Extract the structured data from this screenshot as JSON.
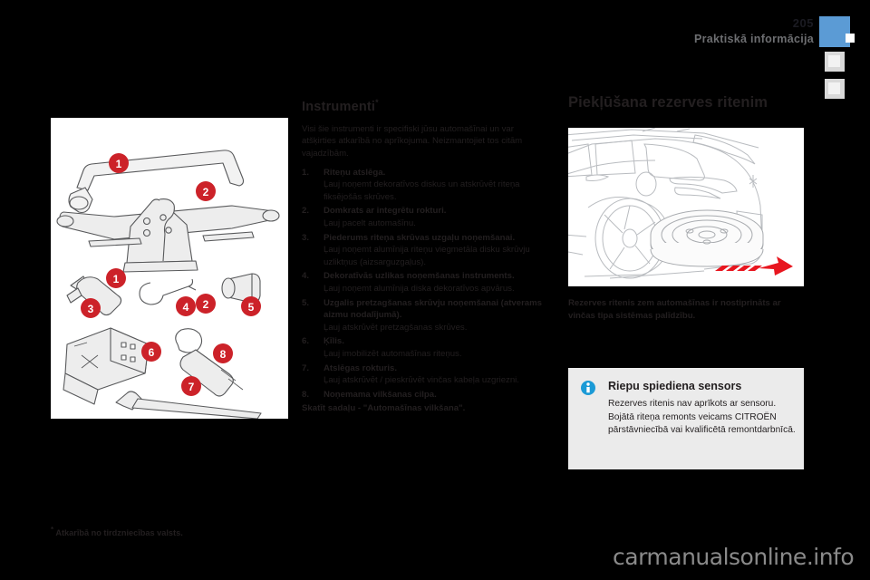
{
  "header": {
    "page_number": "205",
    "section_title": "Praktiskā informācija"
  },
  "tabs": {
    "active_label": "chapter-tab-active",
    "inactive_labels": [
      "chapter-tab-1",
      "chapter-tab-2"
    ],
    "accent_color": "#5b9bd5"
  },
  "left_column": {
    "title": "Instrumenti",
    "title_asterisk": "*",
    "intro": "Visi šie instrumenti ir specifiski jūsu automašīnai un var atšķirties atkarībā no aprīkojuma. Neizmantojiet tos citām vajadzībām.",
    "items": [
      {
        "num": "1.",
        "label": "Riteņu atslēga.",
        "desc": "Ļauj noņemt dekoratīvos diskus un atskrūvēt riteņa fiksējošās skrūves."
      },
      {
        "num": "2.",
        "label": "Domkrats ar integrētu rokturi.",
        "desc": "Ļauj pacelt automašīnu."
      },
      {
        "num": "3.",
        "label": "Piederums riteņa skrūvas uzgaļu noņemšanai.",
        "desc": "Ļauj noņemt alumīnija riteņu viegmetāla disku skrūvju uzliktņus (aizsarguzgaļus)."
      },
      {
        "num": "4.",
        "label": "Dekoratīvās uzlikas noņemšanas instruments.",
        "desc": "Ļauj noņemt alumīnija diska dekoratīvos apvārus."
      },
      {
        "num": "5.",
        "label": "Uzgalis pretzagšanas skrūvju noņemšanai (atverams aizmu nodalījumā).",
        "desc": "Ļauj atskrūvēt pretzagšanas skrūves."
      },
      {
        "num": "6.",
        "label": "Ķīlis.",
        "desc": "Ļauj imobilizēt automašīnas riteņus."
      },
      {
        "num": "7.",
        "label": "Atslēgas rokturis.",
        "desc": "Ļauj atskrūvēt / pieskrūvēt vinčas kabeļa uzgriezni."
      },
      {
        "num": "8.",
        "label": "Noņemama vilkšanas cilpa.",
        "desc": ""
      }
    ],
    "see_also": "Skatīt sadaļu - \"Automašīnas vilkšana\".",
    "footnote_marker": "*",
    "footnote": "Atkarībā no tirdzniecības valsts."
  },
  "right_column": {
    "title": "Piekļūšana rezerves ritenim",
    "caption": "Rezerves ritenis zem automašīnas ir nostiprināts ar vinčas tipa sistēmas palīdzību.",
    "illustration_name": "car-rear-spare-wheel-illustration"
  },
  "info_box": {
    "icon": "info-icon",
    "icon_color": "#1b9ad6",
    "heading": "Riepu spiediena sensors",
    "body": "Rezerves ritenis nav aprīkots ar sensoru. Bojātā riteņa remonts veicams CITROËN pārstāvniecībā vai kvalificētā remontdarbnīcā."
  },
  "watermark": {
    "text": "carmanualsonline.info"
  },
  "illustration": {
    "name": "tool-kit-illustration",
    "badge_color": "#cc2229",
    "badges": [
      "1",
      "2",
      "3",
      "4",
      "5",
      "6",
      "7",
      "8"
    ]
  }
}
